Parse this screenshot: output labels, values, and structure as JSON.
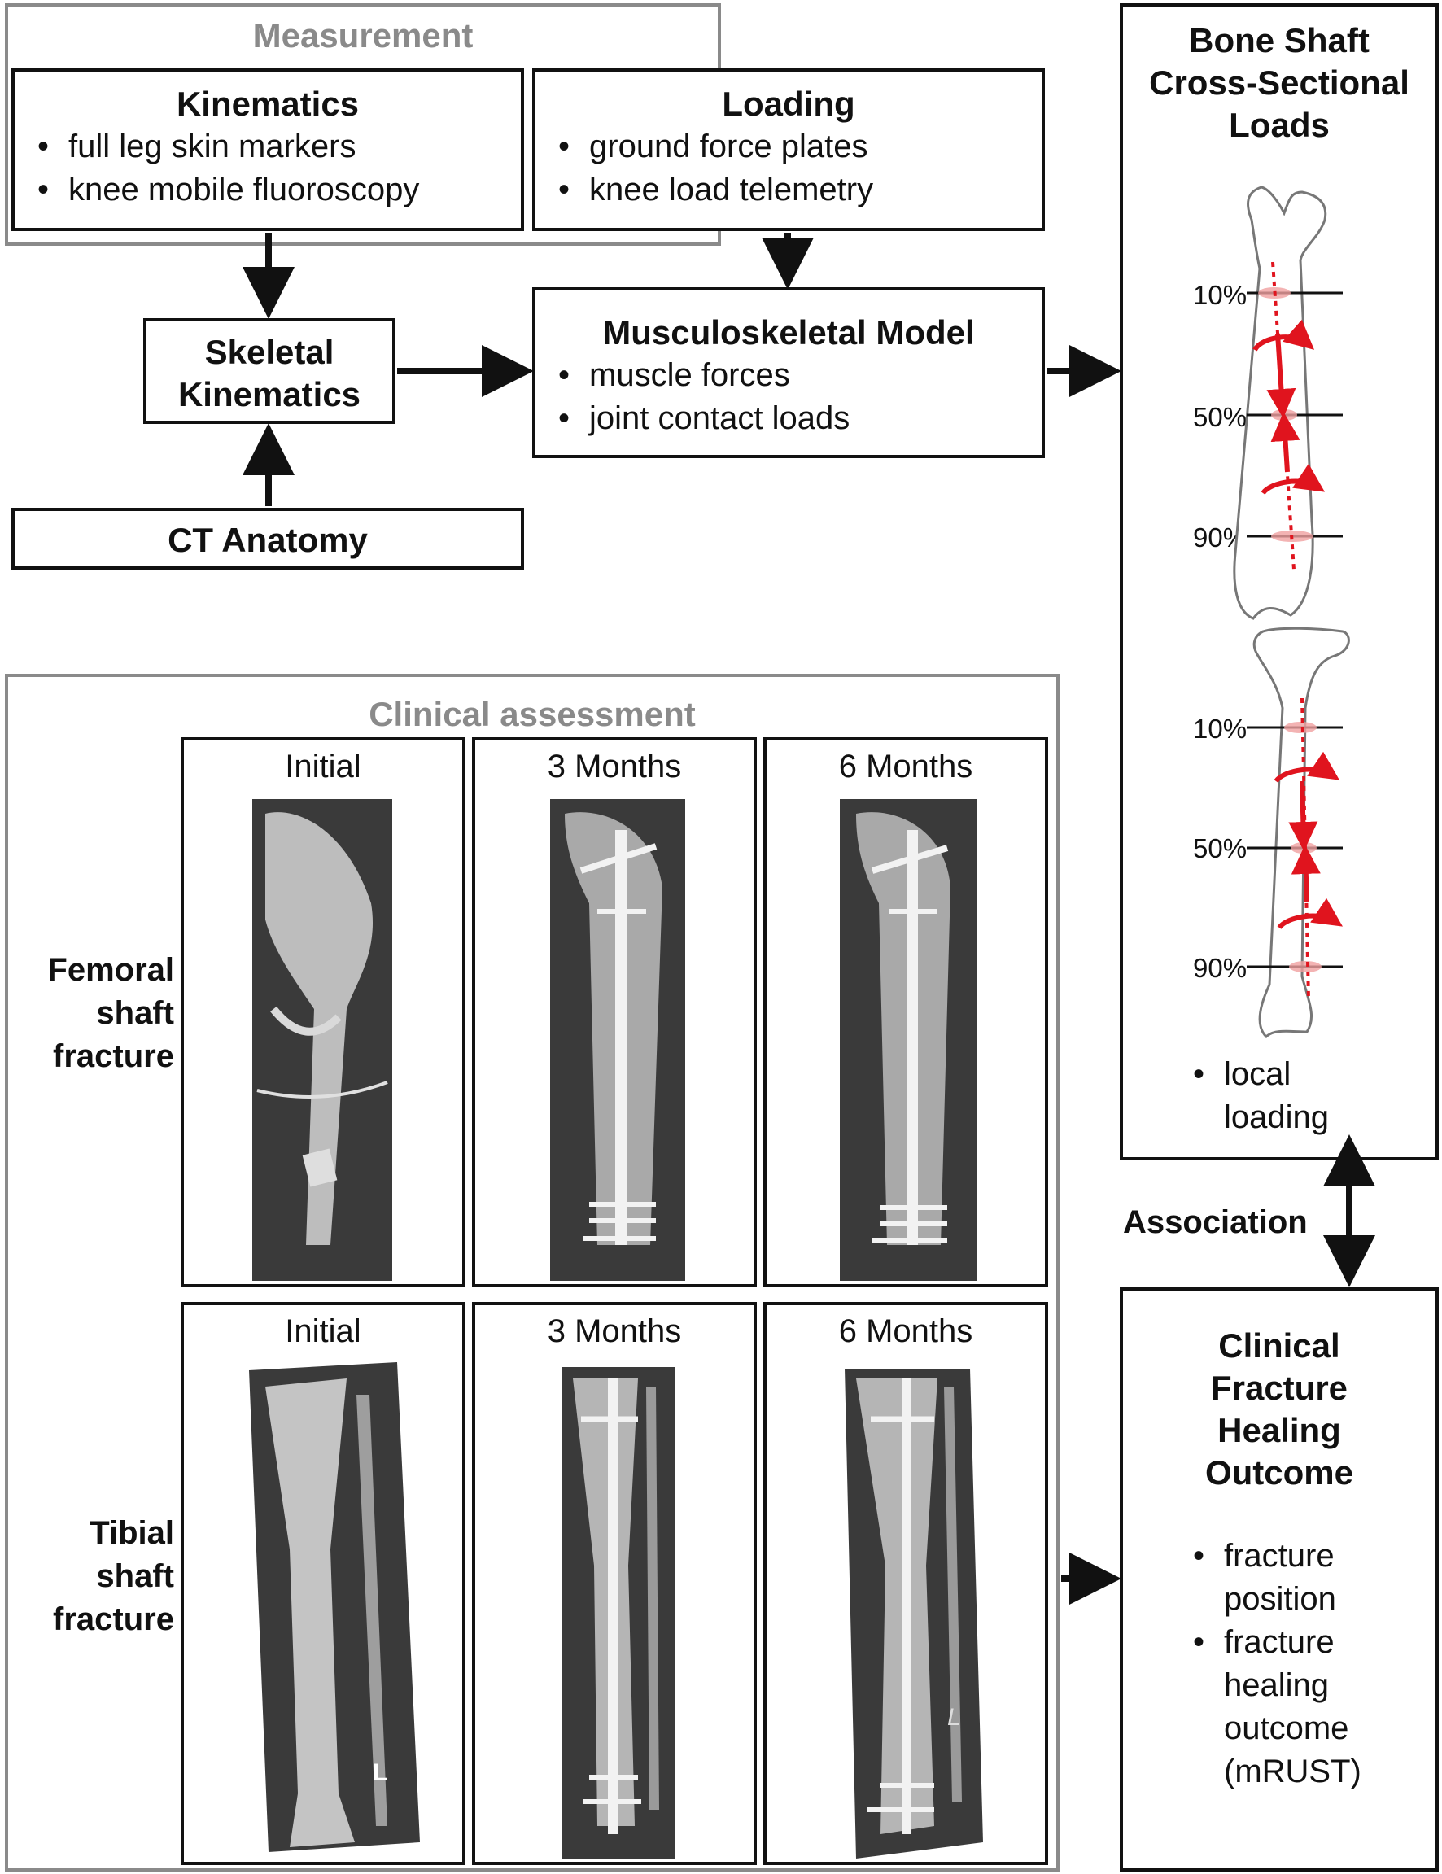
{
  "measurement": {
    "title": "Measurement",
    "kinematics": {
      "title": "Kinematics",
      "items": [
        "full leg skin markers",
        "knee mobile fluoroscopy"
      ]
    },
    "loading": {
      "title": "Loading",
      "items": [
        "ground force plates",
        "knee load telemetry"
      ]
    }
  },
  "skeletal_kinematics": {
    "line1": "Skeletal",
    "line2": "Kinematics"
  },
  "ct_anatomy": {
    "title": "CT Anatomy"
  },
  "musculoskeletal_model": {
    "title": "Musculoskeletal Model",
    "items": [
      "muscle forces",
      "joint contact loads"
    ]
  },
  "bone_shaft": {
    "title_lines": [
      "Bone Shaft",
      "Cross-Sectional",
      "Loads"
    ],
    "femur_levels": [
      "10%",
      "50%",
      "90%"
    ],
    "tibia_levels": [
      "10%",
      "50%",
      "90%"
    ],
    "items": [
      "local",
      "loading"
    ]
  },
  "association": {
    "label": "Association"
  },
  "clinical_assessment": {
    "title": "Clinical assessment",
    "femoral": {
      "label_lines": [
        "Femoral",
        "shaft",
        "fracture"
      ],
      "columns": [
        "Initial",
        "3 Months",
        "6 Months"
      ]
    },
    "tibial": {
      "label_lines": [
        "Tibial",
        "shaft",
        "fracture"
      ],
      "columns": [
        "Initial",
        "3 Months",
        "6 Months"
      ]
    }
  },
  "outcome": {
    "title_lines": [
      "Clinical",
      "Fracture",
      "Healing",
      "Outcome"
    ],
    "items": [
      {
        "lines": [
          "fracture",
          "position"
        ]
      },
      {
        "lines": [
          "fracture",
          "healing",
          "outcome",
          "(mRUST)"
        ]
      }
    ]
  },
  "colors": {
    "load_red": "#e0141e",
    "section_pink": "#f0a0a0",
    "frame_grey": "#8a8a8a"
  },
  "xray_marks": {
    "tibia_initial": "L",
    "tibia_6_months": "L"
  }
}
